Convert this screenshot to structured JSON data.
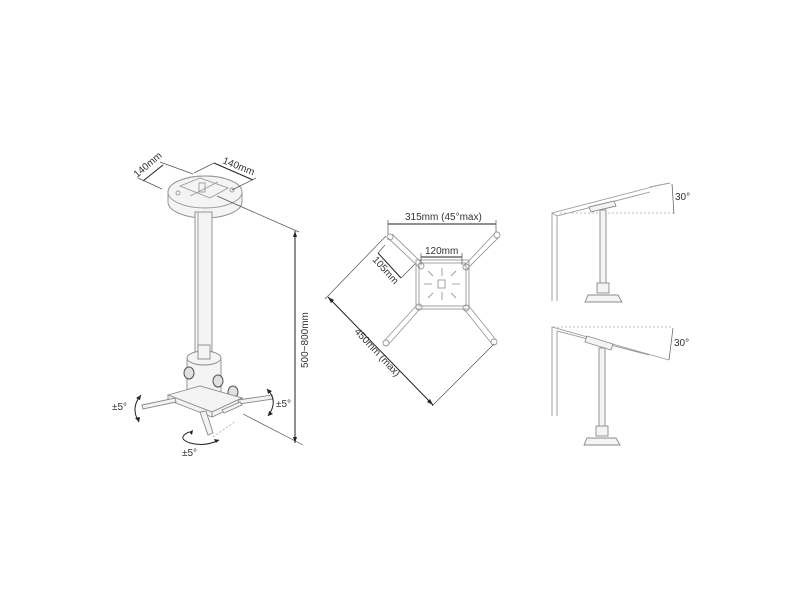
{
  "diagram": {
    "subject": "Projector ceiling mount technical drawing",
    "views": {
      "mount_3d": {
        "base_width_label": "140mm",
        "base_depth_label": "140mm",
        "height_range_label": "500~800mm",
        "tilt_left_label": "±5°",
        "tilt_right_label": "±5°",
        "swivel_label": "±5°"
      },
      "bracket_top": {
        "arm_span_label": "315mm (45°max)",
        "inner_width_label": "120mm",
        "arm_offset_label": "105mm",
        "diagonal_label": "450mm (max)"
      },
      "ceiling_tilt_up": {
        "angle_label": "30°"
      },
      "ceiling_tilt_down": {
        "angle_label": "30°"
      }
    }
  }
}
